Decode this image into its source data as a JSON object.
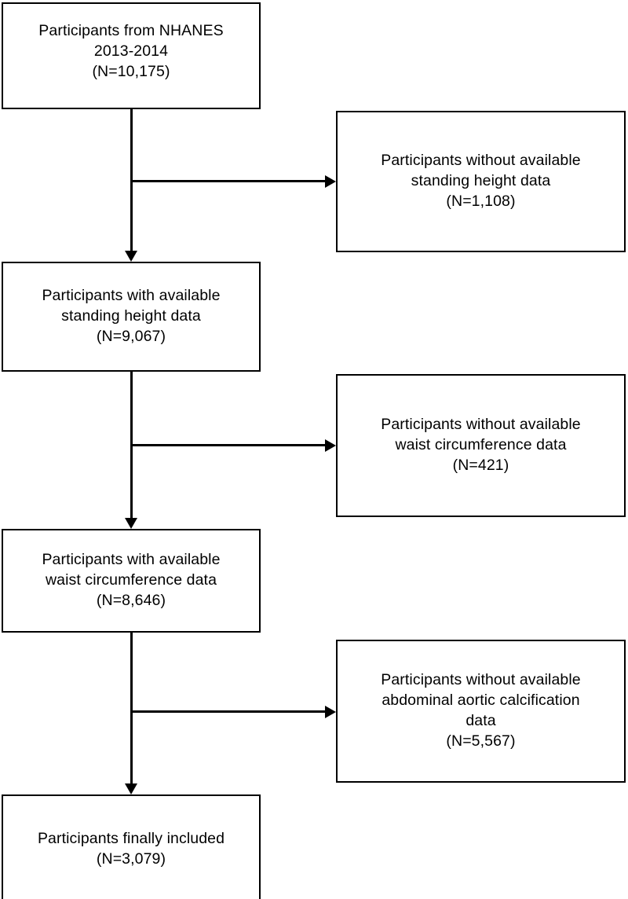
{
  "diagram": {
    "type": "participant-selection-flowchart",
    "orientation": "top-to-bottom",
    "line_color": "#000000",
    "box_fill": "#ffffff",
    "text_color": "#000000",
    "nodes": {
      "source": {
        "lines": [
          "Participants from NHANES",
          "2013-2014",
          "(N=10,175)"
        ],
        "count": "10,175"
      },
      "available_height": {
        "lines": [
          "Participants with available",
          "standing height data",
          "(N=9,067)"
        ],
        "count": "9,067"
      },
      "available_waist": {
        "lines": [
          "Participants with available",
          "waist circumference data",
          "(N=8,646)"
        ],
        "count": "8,646"
      },
      "included": {
        "lines": [
          "Participants finally included",
          "(N=3,079)"
        ],
        "count": "3,079"
      },
      "excluded_height": {
        "lines": [
          "Participants without available",
          "standing height data",
          "(N=1,108)"
        ],
        "count": "1,108"
      },
      "excluded_waist": {
        "lines": [
          "Participants without available",
          "waist circumference data",
          "(N=421)"
        ],
        "count": "421"
      },
      "excluded_aac": {
        "lines": [
          "Participants without available",
          "abdominal aortic calcification",
          "data",
          "(N=5,567)"
        ],
        "count": "5,567"
      }
    }
  }
}
